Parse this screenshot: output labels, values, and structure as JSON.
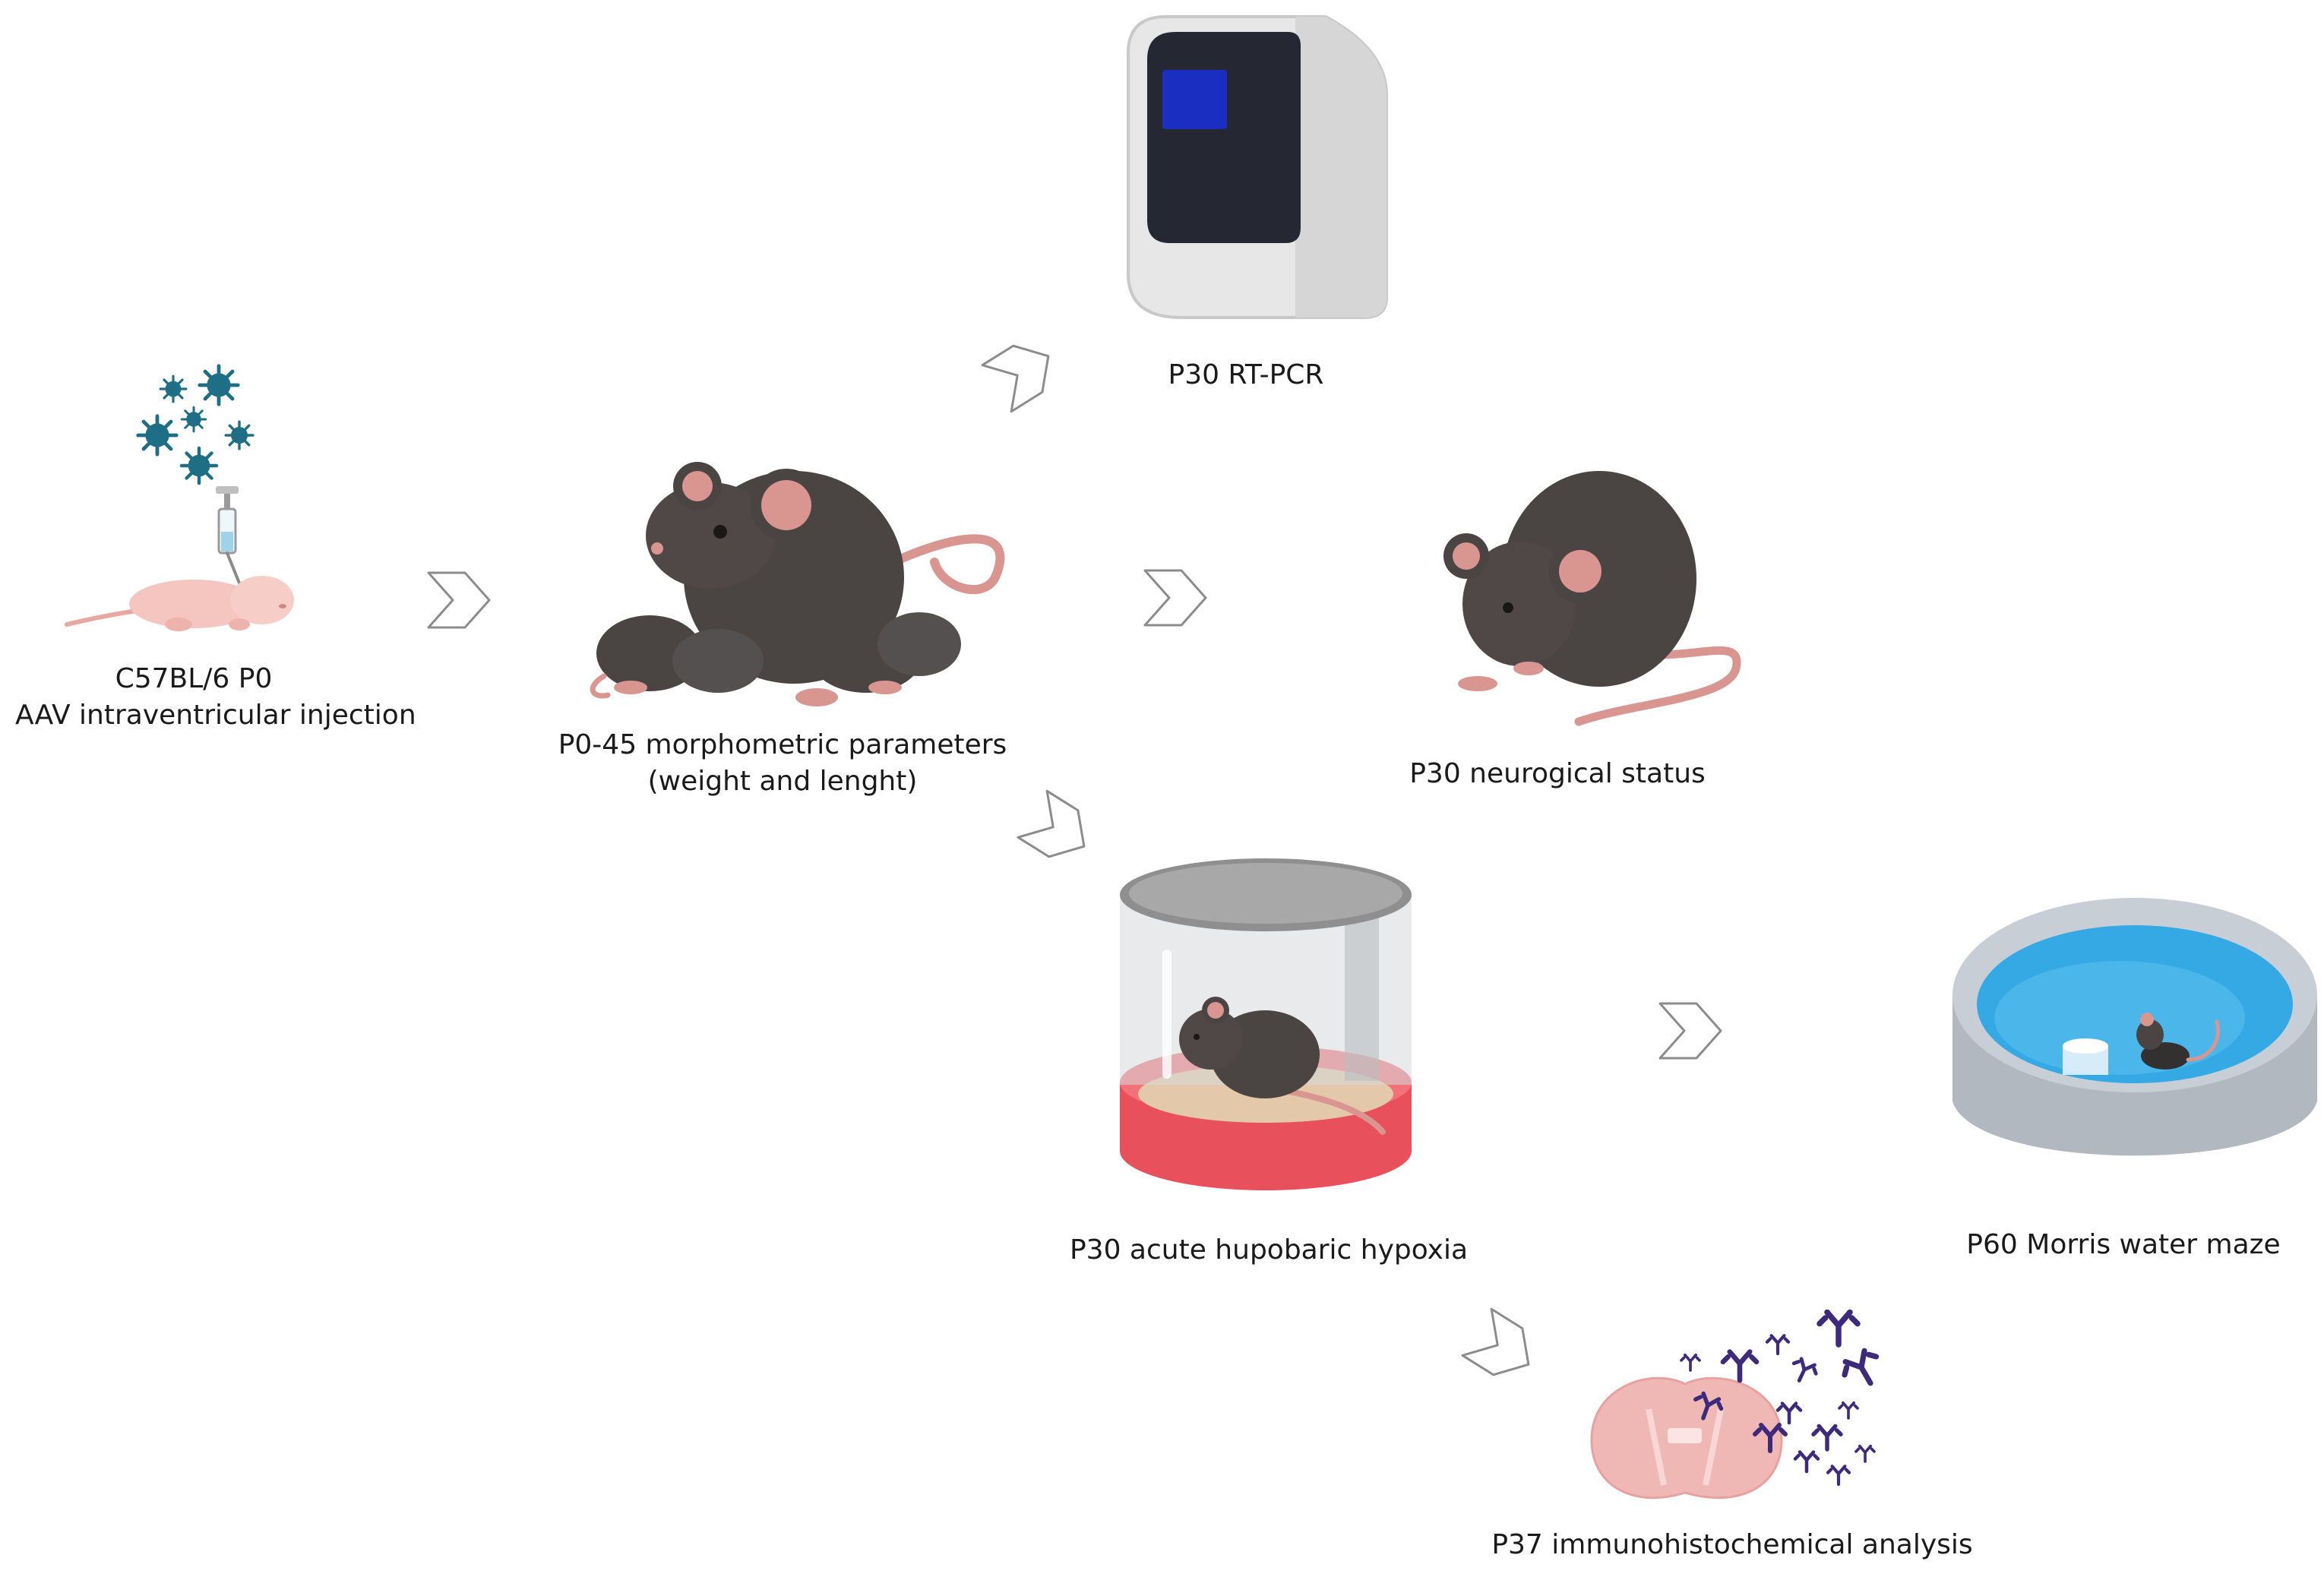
{
  "steps": {
    "injection": {
      "line1": "C57BL/6 P0",
      "line2": "AAV intraventricular injection"
    },
    "morphometric": {
      "line1": "P0-45 morphometric parameters",
      "line2": "(weight and lenght)"
    },
    "rtpcr": {
      "label": "P30 RT-PCR"
    },
    "neurological": {
      "label": "P30 neurogical status"
    },
    "hypoxia": {
      "label": "P30 acute hupobaric hypoxia"
    },
    "water_maze": {
      "label": "P60 Morris water maze"
    },
    "ihc": {
      "label": "P37 immunohistochemical analysis"
    }
  },
  "colors": {
    "mouse_dark": "#4a4443",
    "mouse_pink": "#d9958f",
    "pup_pink": "#f5c6c0",
    "virus": "#1e6f86",
    "pcr_screen": "#1a2ec2",
    "water": "#35a9e4",
    "chamber_red": "#e8505b",
    "antibody": "#3e2a7a",
    "brain": "#f0b8b5",
    "arrow_stroke": "#8c8c8c"
  }
}
